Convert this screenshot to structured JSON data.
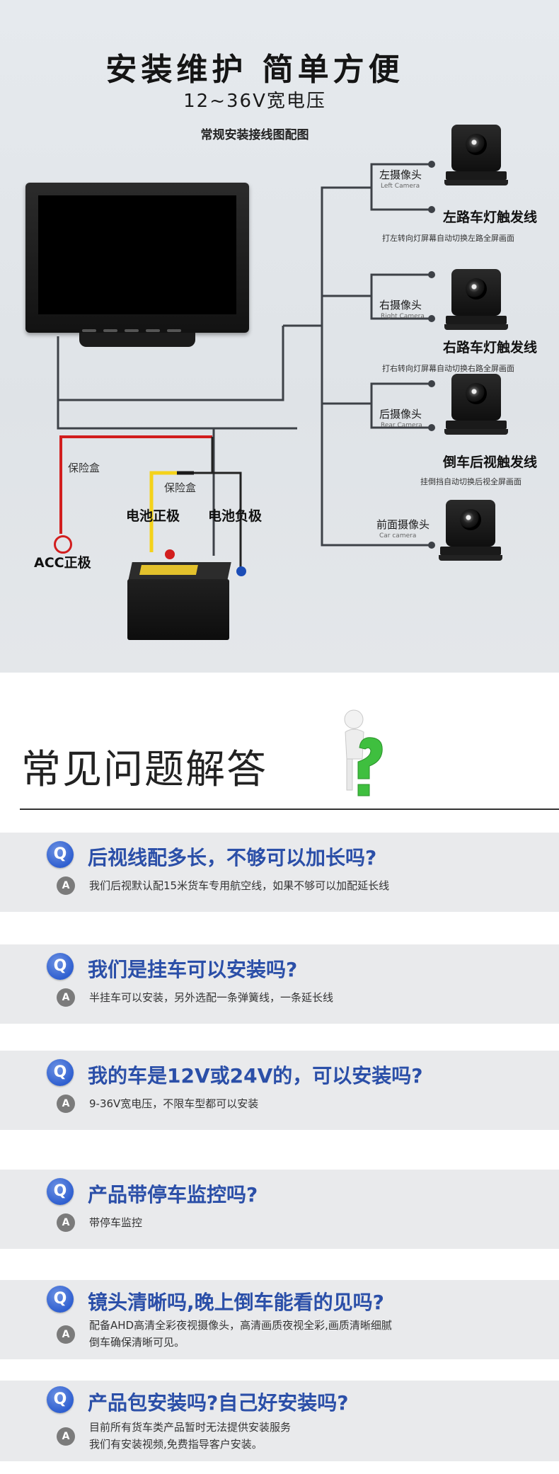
{
  "install": {
    "title": "安装维护 简单方便",
    "subtitle": "12~36V宽电压",
    "diagram_title": "常规安装接线图配图",
    "cameras": [
      {
        "label": "左摄像头",
        "en": "Left Camera",
        "trigger": "左路车灯触发线",
        "note": "打左转向灯屏幕自动切换左路全屏画面"
      },
      {
        "label": "右摄像头",
        "en": "Right Camera",
        "trigger": "右路车灯触发线",
        "note": "打右转向灯屏幕自动切换右路全屏画面"
      },
      {
        "label": "后摄像头",
        "en": "Rear Camera",
        "trigger": "倒车后视触发线",
        "note": "挂倒挡自动切换后视全屏画面"
      },
      {
        "label": "前面摄像头",
        "en": "Car camera"
      }
    ],
    "fuse_label_1": "保险盒",
    "fuse_label_2": "保险盒",
    "battery_pos": "电池正极",
    "battery_neg": "电池负极",
    "acc": "ACC正极",
    "colors": {
      "red_wire": "#d21e1e",
      "yellow_wire": "#f4d21a",
      "black_wire": "#222222",
      "gray_wire": "#3d4147"
    }
  },
  "faq": {
    "title": "常见问题解答",
    "q_icon": "Q",
    "a_icon": "A",
    "items": [
      {
        "q": "后视线配多长，不够可以加长吗?",
        "a": [
          "我们后视默认配15米货车专用航空线，如果不够可以加配延长线"
        ]
      },
      {
        "q": "我们是挂车可以安装吗?",
        "a": [
          "半挂车可以安装，另外选配一条弹簧线，一条延长线"
        ]
      },
      {
        "q": "我的车是12V或24V的，可以安装吗?",
        "a": [
          "9-36V宽电压，不限车型都可以安装"
        ]
      },
      {
        "q": "产品带停车监控吗?",
        "a": [
          "带停车监控"
        ]
      },
      {
        "q": "镜头清晰吗,晚上倒车能看的见吗?",
        "a": [
          "配备AHD高清全彩夜视摄像头，高清画质夜视全彩,画质清晰细腻",
          "倒车确保清晰可见。"
        ]
      },
      {
        "q": "产品包安装吗?自己好安装吗?",
        "a": [
          "目前所有货车类产品暂时无法提供安装服务",
          "我们有安装视频,免费指导客户安装。"
        ]
      }
    ]
  }
}
